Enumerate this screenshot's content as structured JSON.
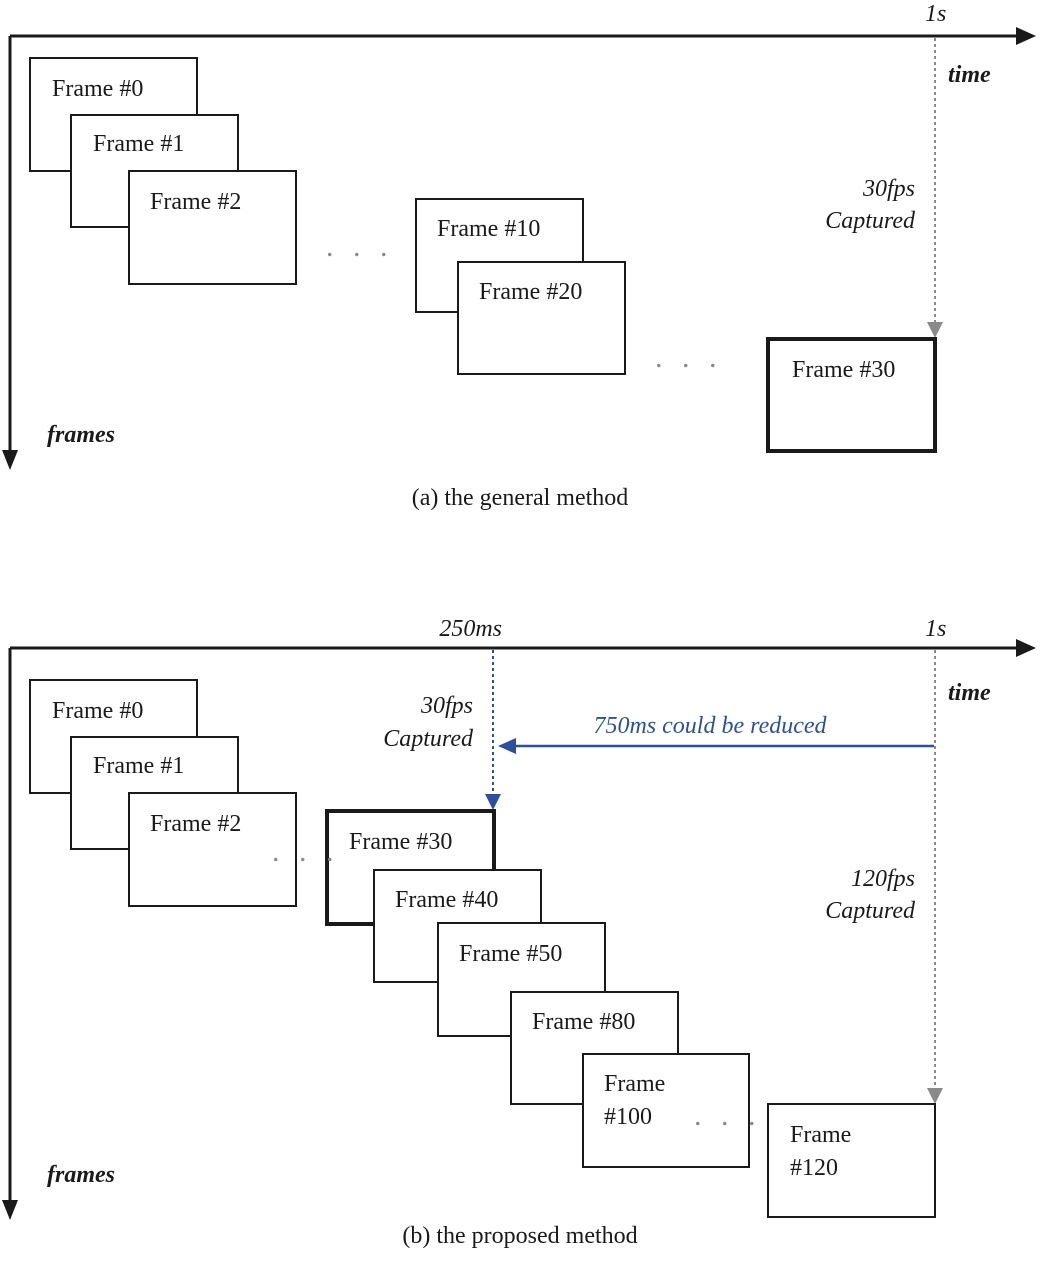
{
  "panel_a": {
    "caption": "(a) the general method",
    "time_mark": "1s",
    "time_axis_label": "time",
    "frames_axis_label": "frames",
    "rate_line1": "30fps",
    "rate_line2": "Captured",
    "ellipsis": ". . .",
    "frames": {
      "f0": "Frame #0",
      "f1": "Frame #1",
      "f2": "Frame #2",
      "f10": "Frame #10",
      "f20": "Frame #20",
      "f30": "Frame #30"
    }
  },
  "panel_b": {
    "caption": "(b) the proposed method",
    "mark_250": "250ms",
    "time_mark": "1s",
    "time_axis_label": "time",
    "frames_axis_label": "frames",
    "rate30_line1": "30fps",
    "rate30_line2": "Captured",
    "rate120_line1": "120fps",
    "rate120_line2": "Captured",
    "reduction": "750ms could be reduced",
    "ellipsis": ". . .",
    "frames": {
      "f0": "Frame #0",
      "f1": "Frame #1",
      "f2": "Frame #2",
      "f30": "Frame #30",
      "f40": "Frame #40",
      "f50": "Frame #50",
      "f80": "Frame #80",
      "f100_line1": "Frame",
      "f100_line2": "#100",
      "f120_line1": "Frame",
      "f120_line2": "#120"
    }
  },
  "colors": {
    "ink": "#1a1a1a",
    "guide_gray": "#8a8a8a",
    "accent_blue": "#2e4f9e"
  }
}
